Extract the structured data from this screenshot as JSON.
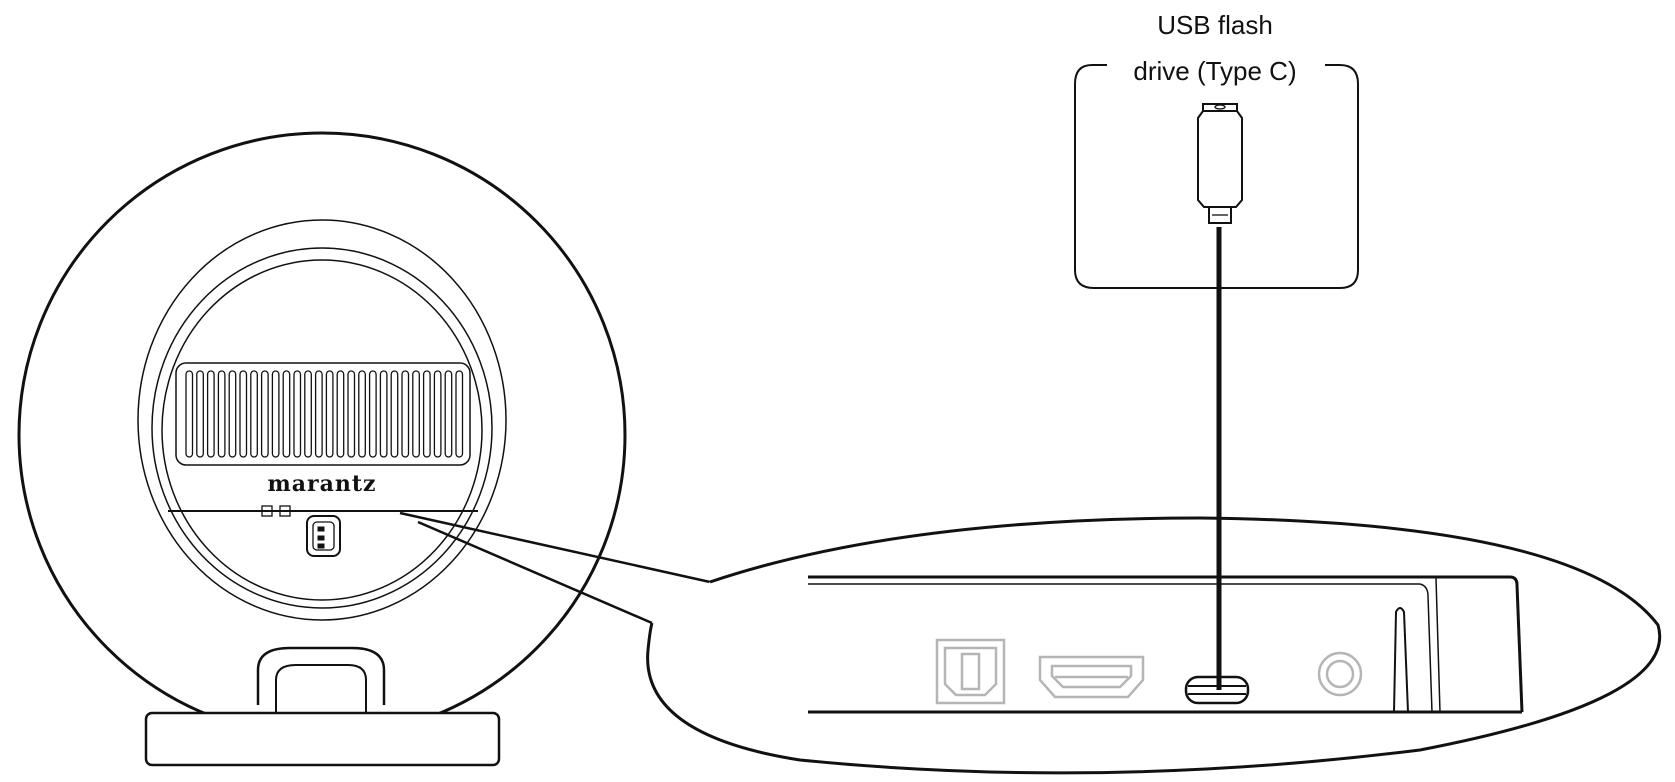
{
  "callout": {
    "label_line1": "USB flash",
    "label_line2": "drive (Type C)"
  },
  "device": {
    "brand": "marantz"
  },
  "colors": {
    "line": "#111111",
    "inactive_port": "#b5b5b5"
  }
}
